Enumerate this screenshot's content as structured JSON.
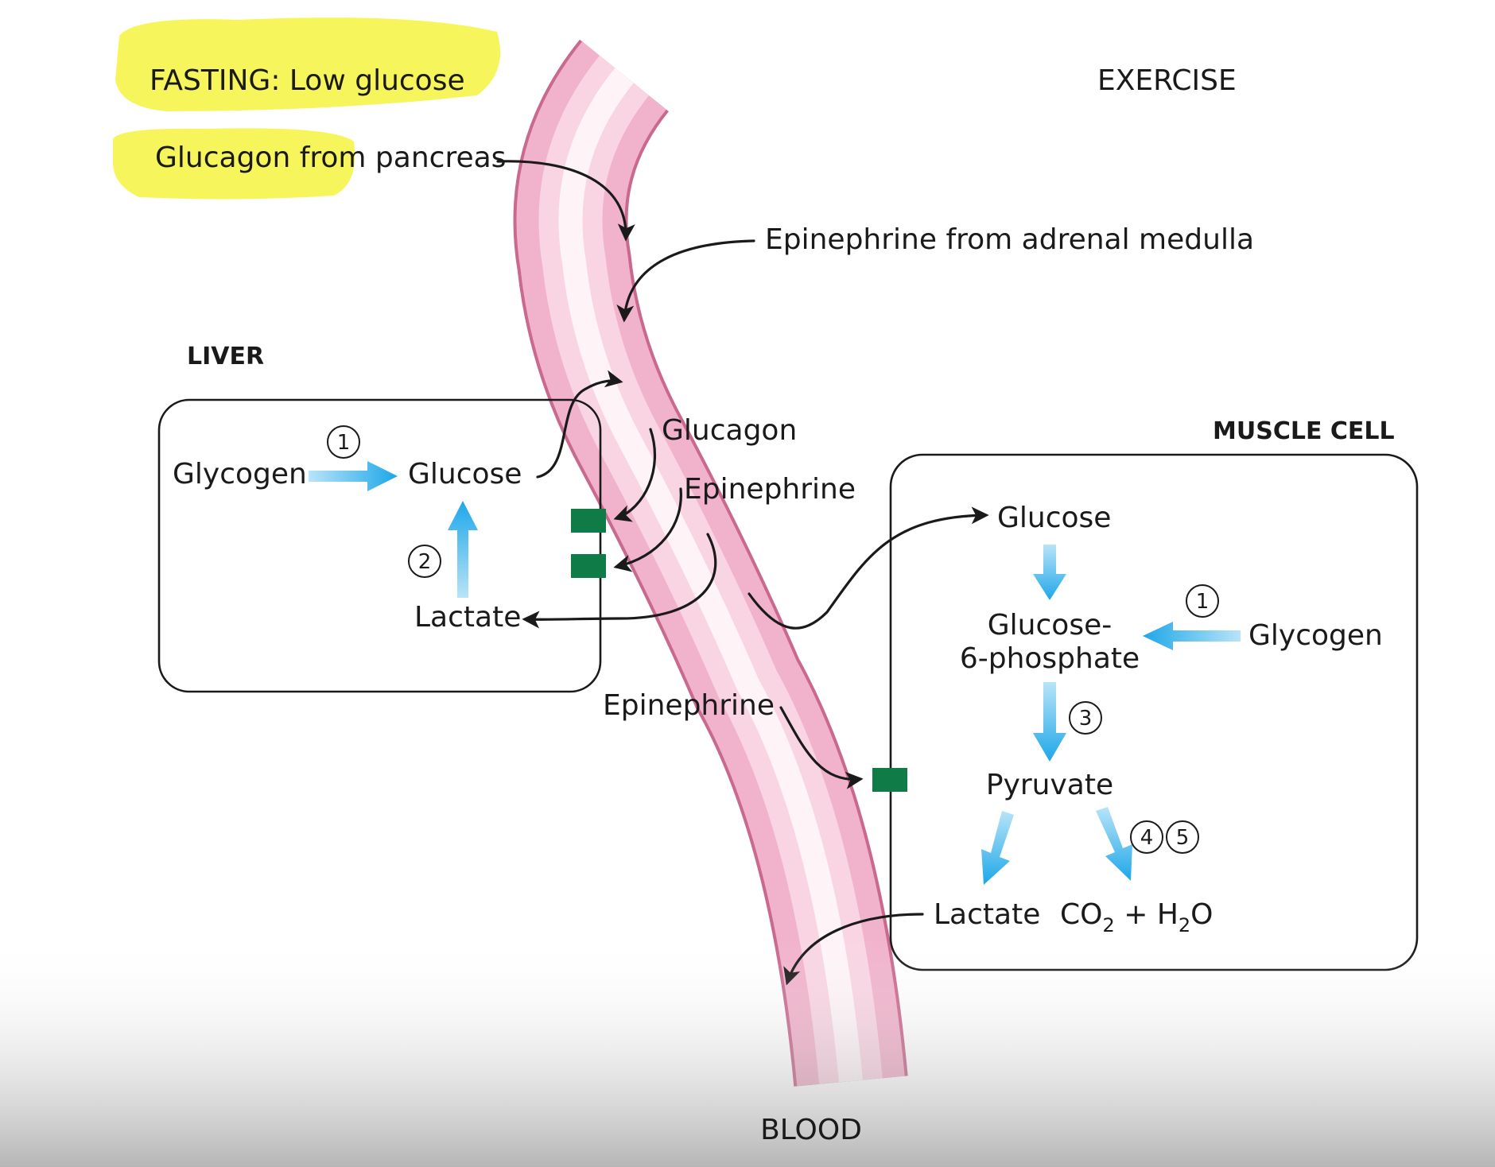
{
  "header": {
    "fasting_label": "FASTING: Low glucose",
    "glucagon_source_label": "Glucagon from pancreas",
    "exercise_label": "EXERCISE",
    "epinephrine_source_label": "Epinephrine from adrenal medulla"
  },
  "colors": {
    "highlight": "#f6f340",
    "blood_vessel": "#f2b8cf",
    "enzyme_arrow": "#33b2ea",
    "receptor": "#0f7b46"
  },
  "liver": {
    "title": "LIVER",
    "glycogen": "Glycogen",
    "glucose": "Glucose",
    "lactate": "Lactate",
    "step1": "1",
    "step2": "2"
  },
  "blood": {
    "label": "BLOOD",
    "glucagon": "Glucagon",
    "epinephrine_upper": "Epinephrine",
    "epinephrine_lower": "Epinephrine"
  },
  "muscle": {
    "title": "MUSCLE CELL",
    "glucose": "Glucose",
    "g6p_line1": "Glucose-",
    "g6p_line2": "6-phosphate",
    "glycogen": "Glycogen",
    "pyruvate": "Pyruvate",
    "lactate": "Lactate",
    "co2_prefix": "CO",
    "co2_sub": "2",
    "plus_h": " + H",
    "h2o_sub": "2",
    "h2o_suffix": "O",
    "step1": "1",
    "step3": "3",
    "step4": "4",
    "step5": "5"
  }
}
